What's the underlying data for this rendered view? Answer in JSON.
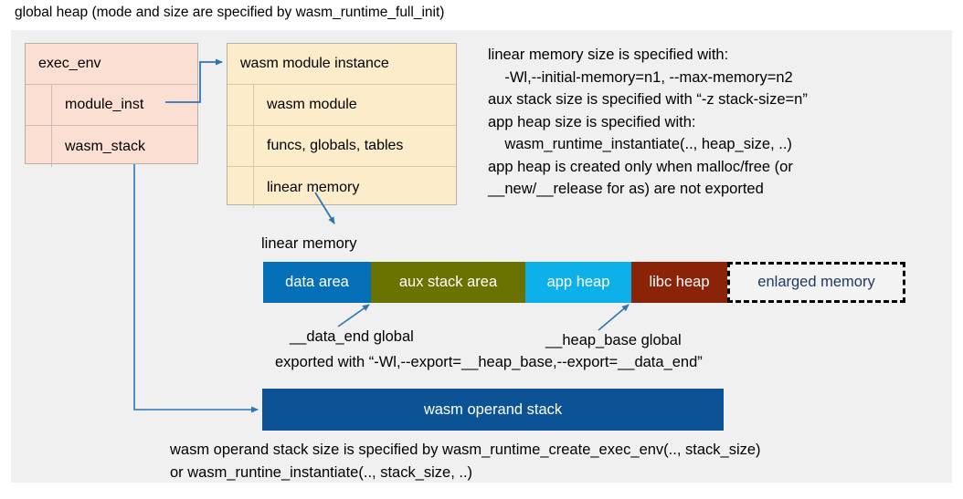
{
  "title": "global heap (mode and size are specified by wasm_runtime_full_init)",
  "colors": {
    "panel_bg": "#f0f0f0",
    "exec_env_fill": "#fadfd2",
    "module_instance_fill": "#fdecca",
    "data_area": "#0570b8",
    "aux_stack_area": "#6b7300",
    "app_heap": "#0db0e8",
    "libc_heap": "#8b2308",
    "enlarged_memory_text": "#1f3864",
    "operand_stack": "#0b5394",
    "connector": "#2e75b6"
  },
  "exec_env": {
    "header": "exec_env",
    "rows": [
      {
        "label": "module_inst"
      },
      {
        "label": "wasm_stack"
      }
    ]
  },
  "module_instance": {
    "header": "wasm module instance",
    "rows": [
      {
        "label": "wasm module"
      },
      {
        "label": "funcs, globals, tables"
      },
      {
        "label": "linear memory"
      }
    ]
  },
  "notes": "linear memory size is specified with:\n    -Wl,--initial-memory=n1, --max-memory=n2\naux stack size is specified with “-z stack-size=n”\napp heap size is specified with:\n    wasm_runtime_instantiate(.., heap_size, ..)\napp heap is created only when malloc/free (or\n__new/__release for as) are not exported",
  "linear_memory": {
    "caption": "linear memory",
    "segments": [
      {
        "label": "data area",
        "width": 118,
        "color": "#0570b8",
        "style": "solid"
      },
      {
        "label": "aux stack area",
        "width": 169,
        "color": "#6b7300",
        "style": "solid"
      },
      {
        "label": "app heap",
        "width": 116,
        "color": "#0db0e8",
        "style": "solid"
      },
      {
        "label": "libc heap",
        "width": 105,
        "color": "#8b2308",
        "style": "solid"
      },
      {
        "label": "enlarged memory",
        "width": 195,
        "color": "#f3f3f3",
        "style": "dashed"
      }
    ]
  },
  "annotations": {
    "data_end": "__data_end global",
    "heap_base": "__heap_base global",
    "exported_with": "exported with “-Wl,--export=__heap_base,--export=__data_end”"
  },
  "operand_stack": {
    "label": "wasm operand stack",
    "footer": "wasm operand stack size is specified by wasm_runtime_create_exec_env(.., stack_size)\nor wasm_runtine_instantiate(.., stack_size, ..)"
  }
}
